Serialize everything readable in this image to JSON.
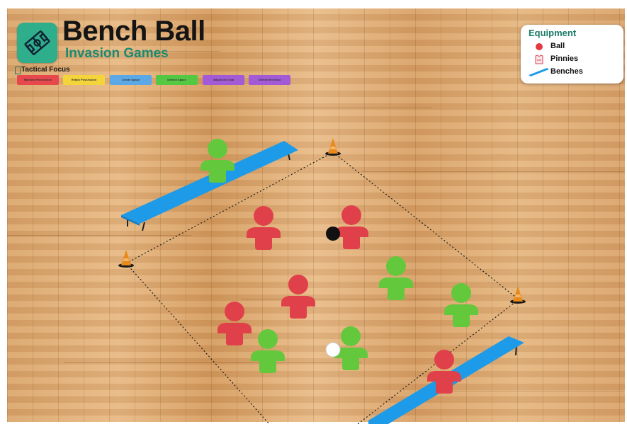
{
  "header": {
    "title": "Bench Ball",
    "subtitle": "Invasion Games",
    "logo_icon": "court-icon",
    "tactical_focus_label": "Tactical Focus",
    "tactical_focus_icon": "clipboard-icon"
  },
  "tactical_focus": [
    {
      "label": "Maintain Possession",
      "color": "#e8484c"
    },
    {
      "label": "Retain Possession",
      "color": "#f3d43a"
    },
    {
      "label": "Create Space",
      "color": "#5aa9e6"
    },
    {
      "label": "Defend Space",
      "color": "#55c843"
    },
    {
      "label": "Attack the Goal",
      "color": "#a25ad6"
    },
    {
      "label": "Defend the Goal",
      "color": "#a25ad6"
    }
  ],
  "legend": {
    "title": "Equipment",
    "items": [
      {
        "label": "Ball",
        "icon": "ball-icon",
        "color": "#e33a42"
      },
      {
        "label": "Pinnies",
        "icon": "pinnie-icon",
        "color": "#e06070"
      },
      {
        "label": "Benches",
        "icon": "bench-icon",
        "color": "#1e9be8"
      }
    ]
  },
  "colors": {
    "team_red": "#e0404a",
    "team_green": "#63c83c",
    "bench": "#1e9be8",
    "cone": "#e88a1a",
    "ball_dark": "#111111",
    "ball_light": "#ffffff"
  }
}
